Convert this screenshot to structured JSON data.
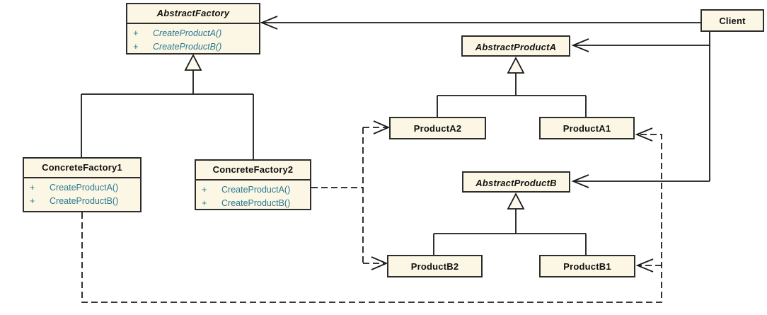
{
  "diagram": {
    "type": "uml-class-diagram",
    "pattern": "Abstract Factory",
    "colors": {
      "box_fill": "#fcf6e4",
      "box_border": "#2d2d2d",
      "line": "#1a1a1a",
      "method_text": "#2a7a94",
      "title_text": "#111111",
      "background": "#ffffff",
      "triangle_fill": "#fdf9ee"
    },
    "classes": {
      "abstract_factory": {
        "name": "AbstractFactory",
        "abstract": true,
        "methods": [
          {
            "visibility": "+",
            "signature": "CreateProductA()"
          },
          {
            "visibility": "+",
            "signature": "CreateProductB()"
          }
        ]
      },
      "client": {
        "name": "Client",
        "abstract": false
      },
      "abstract_product_a": {
        "name": "AbstractProductA",
        "abstract": true
      },
      "product_a2": {
        "name": "ProductA2",
        "abstract": false
      },
      "product_a1": {
        "name": "ProductA1",
        "abstract": false
      },
      "abstract_product_b": {
        "name": "AbstractProductB",
        "abstract": true
      },
      "product_b2": {
        "name": "ProductB2",
        "abstract": false
      },
      "product_b1": {
        "name": "ProductB1",
        "abstract": false
      },
      "concrete_factory1": {
        "name": "ConcreteFactory1",
        "abstract": false,
        "methods": [
          {
            "visibility": "+",
            "signature": "CreateProductA()"
          },
          {
            "visibility": "+",
            "signature": "CreateProductB()"
          }
        ]
      },
      "concrete_factory2": {
        "name": "ConcreteFactory2",
        "abstract": false,
        "methods": [
          {
            "visibility": "+",
            "signature": "CreateProductA()"
          },
          {
            "visibility": "+",
            "signature": "CreateProductB()"
          }
        ]
      }
    },
    "relationships": [
      {
        "type": "association",
        "from": "Client",
        "to": "AbstractFactory",
        "line": "solid",
        "arrowhead": "open"
      },
      {
        "type": "association",
        "from": "Client",
        "to": "AbstractProductA",
        "line": "solid",
        "arrowhead": "open"
      },
      {
        "type": "association",
        "from": "Client",
        "to": "AbstractProductB",
        "line": "solid",
        "arrowhead": "open"
      },
      {
        "type": "generalization",
        "from": "ConcreteFactory1",
        "to": "AbstractFactory",
        "line": "solid",
        "arrowhead": "hollow-triangle"
      },
      {
        "type": "generalization",
        "from": "ConcreteFactory2",
        "to": "AbstractFactory",
        "line": "solid",
        "arrowhead": "hollow-triangle"
      },
      {
        "type": "generalization",
        "from": "ProductA2",
        "to": "AbstractProductA",
        "line": "solid",
        "arrowhead": "hollow-triangle"
      },
      {
        "type": "generalization",
        "from": "ProductA1",
        "to": "AbstractProductA",
        "line": "solid",
        "arrowhead": "hollow-triangle"
      },
      {
        "type": "generalization",
        "from": "ProductB2",
        "to": "AbstractProductB",
        "line": "solid",
        "arrowhead": "hollow-triangle"
      },
      {
        "type": "generalization",
        "from": "ProductB1",
        "to": "AbstractProductB",
        "line": "solid",
        "arrowhead": "hollow-triangle"
      },
      {
        "type": "dependency",
        "from": "ConcreteFactory2",
        "to": "ProductA2",
        "line": "dashed",
        "arrowhead": "open"
      },
      {
        "type": "dependency",
        "from": "ConcreteFactory2",
        "to": "ProductB2",
        "line": "dashed",
        "arrowhead": "open"
      },
      {
        "type": "dependency",
        "from": "ConcreteFactory1",
        "to": "ProductA1",
        "line": "dashed",
        "arrowhead": "open"
      },
      {
        "type": "dependency",
        "from": "ConcreteFactory1",
        "to": "ProductB1",
        "line": "dashed",
        "arrowhead": "open"
      }
    ]
  }
}
